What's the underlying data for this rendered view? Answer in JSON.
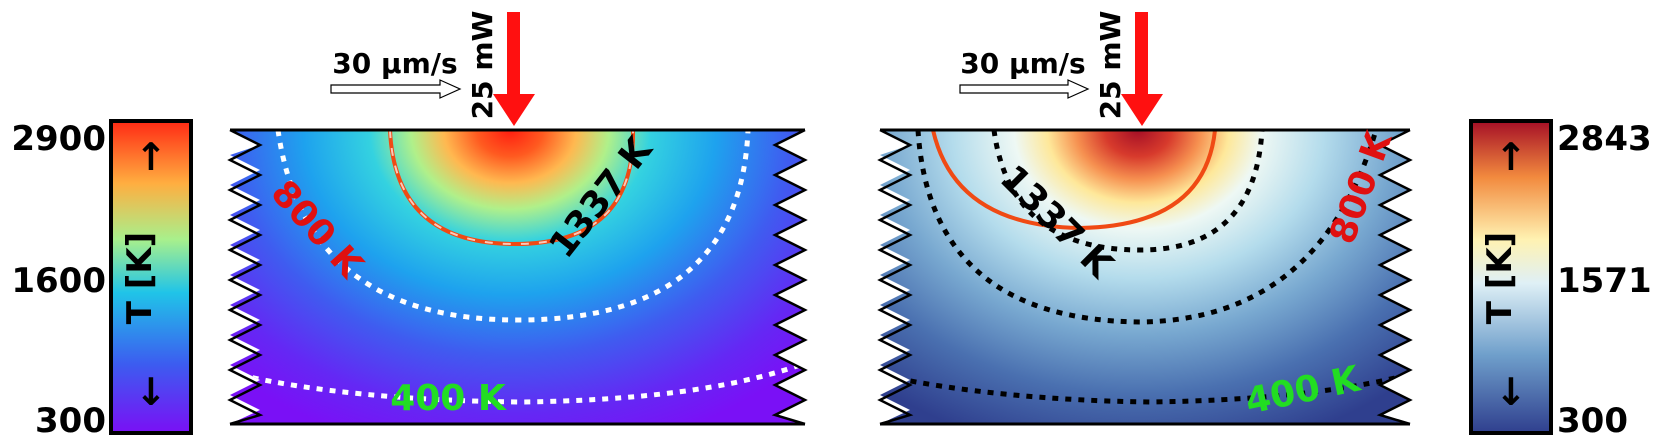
{
  "left_colorbar": {
    "max_label": "2900",
    "mid_label": "1600",
    "min_label": "300",
    "title": "T [K]",
    "up_arrow": "↑",
    "down_arrow": "↓",
    "colormap": "rainbow",
    "colors": [
      "#7a10f5",
      "#3c5cf0",
      "#20c4e8",
      "#a8f08c",
      "#ffae40",
      "#ff2a14"
    ]
  },
  "right_colorbar": {
    "max_label": "2843",
    "mid_label": "1571",
    "min_label": "300",
    "title": "T [K]",
    "up_arrow": "↑",
    "down_arrow": "↓",
    "colormap": "RdYlBu_r",
    "colors": [
      "#2f3f8e",
      "#6f9fcb",
      "#dff0f6",
      "#fff2b2",
      "#f28a3e",
      "#a50f26"
    ]
  },
  "left_panel": {
    "speed_label": "30 µm/s",
    "power_label": "25 mW",
    "contour_labels": {
      "melt": "1337 K",
      "mid": "800 K",
      "low": "400 K"
    },
    "colors": {
      "beam_arrow": "#ff1010",
      "melt_contour": "#f04a14",
      "dotted_contour": "#ffffff",
      "melt_label": "#000000",
      "mid_label": "#e01010",
      "low_label": "#22dd22"
    }
  },
  "right_panel": {
    "speed_label": "30 µm/s",
    "power_label": "25 mW",
    "contour_labels": {
      "melt": "1337 K",
      "mid": "800 K",
      "low": "400 K"
    },
    "colors": {
      "beam_arrow": "#ff1010",
      "melt_contour": "#f04a14",
      "dotted_contour": "#000000",
      "melt_label": "#000000",
      "mid_label": "#e01010",
      "low_label": "#22dd22"
    }
  }
}
